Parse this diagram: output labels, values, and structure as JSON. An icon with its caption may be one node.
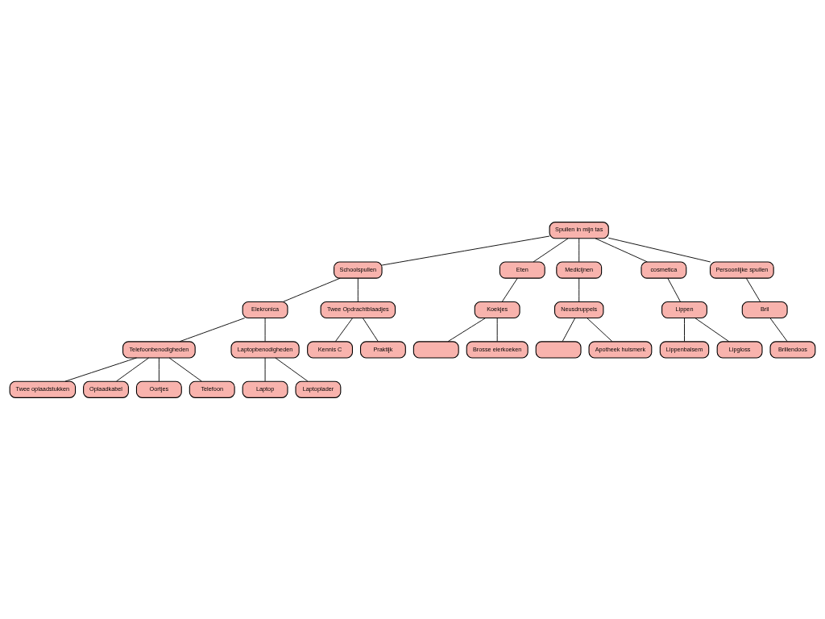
{
  "diagram": {
    "nodes": [
      {
        "text": [
          "Spullen in mijn tas"
        ]
      },
      {
        "text": [
          "Schoolspullen"
        ]
      },
      {
        "text": [
          "Eten"
        ]
      },
      {
        "text": [
          "Medicijnen"
        ]
      },
      {
        "text": [
          "cosmetica"
        ]
      },
      {
        "text": [
          "Persoonlijke spullen"
        ]
      },
      {
        "text": [
          "Elekronica"
        ]
      },
      {
        "text": [
          "Twee Opdrachtblaadjes"
        ]
      },
      {
        "text": [
          "Koekjes"
        ]
      },
      {
        "text": [
          "Neusdruppels"
        ]
      },
      {
        "text": [
          "Lippen"
        ]
      },
      {
        "text": [
          "Bril"
        ]
      },
      {
        "text": [
          "Telefoonbenodigheden"
        ]
      },
      {
        "text": [
          "Laptopbenodigheden"
        ]
      },
      {
        "text": [
          "Kennis C"
        ]
      },
      {
        "text": [
          "Praktijk"
        ]
      },
      {
        "text": [],
        "shape": "box"
      },
      {
        "text": [
          "Brosse eierkoeken"
        ]
      },
      {
        "text": [],
        "shape": "box"
      },
      {
        "text": [
          "Apotheek huismerk"
        ]
      },
      {
        "text": [
          "Lippenbalsem"
        ]
      },
      {
        "text": [
          "Lipgloss"
        ]
      },
      {
        "text": [
          "Brillendoos"
        ]
      },
      {
        "text": [
          "Twee oplaadstukken"
        ]
      },
      {
        "text": [
          "Oplaadkabel"
        ]
      },
      {
        "text": [
          "Oortjes"
        ]
      },
      {
        "text": [
          "Telefoon"
        ]
      },
      {
        "text": [
          "Laptop"
        ]
      },
      {
        "text": [
          "Laptoplader"
        ]
      }
    ],
    "edges": [
      {
        "from": 0,
        "to": 1,
        "arrow": "none"
      },
      {
        "from": 0,
        "to": 2,
        "arrow": "none"
      },
      {
        "from": 0,
        "to": 3,
        "arrow": "none"
      },
      {
        "from": 0,
        "to": 4,
        "arrow": "none"
      },
      {
        "from": 0,
        "to": 5,
        "arrow": "none"
      },
      {
        "from": 1,
        "to": 6,
        "arrow": "none"
      },
      {
        "from": 1,
        "to": 7,
        "arrow": "none"
      },
      {
        "from": 2,
        "to": 8,
        "arrow": "none"
      },
      {
        "from": 3,
        "to": 9,
        "arrow": "none"
      },
      {
        "from": 4,
        "to": 10,
        "arrow": "none"
      },
      {
        "from": 5,
        "to": 11,
        "arrow": "none"
      },
      {
        "from": 6,
        "to": 12,
        "arrow": "none"
      },
      {
        "from": 6,
        "to": 13,
        "arrow": "none"
      },
      {
        "from": 7,
        "to": 14,
        "arrow": "none"
      },
      {
        "from": 7,
        "to": 15,
        "arrow": "none"
      },
      {
        "from": 8,
        "to": 16,
        "arrow": "none"
      },
      {
        "from": 8,
        "to": 17,
        "arrow": "none"
      },
      {
        "from": 9,
        "to": 18,
        "arrow": "none"
      },
      {
        "from": 9,
        "to": 19,
        "arrow": "none"
      },
      {
        "from": 10,
        "to": 20,
        "arrow": "none"
      },
      {
        "from": 10,
        "to": 21,
        "arrow": "none"
      },
      {
        "from": 11,
        "to": 22,
        "arrow": "none"
      },
      {
        "from": 12,
        "to": 23,
        "arrow": "none"
      },
      {
        "from": 12,
        "to": 24,
        "arrow": "none"
      },
      {
        "from": 12,
        "to": 25,
        "arrow": "none"
      },
      {
        "from": 12,
        "to": 26,
        "arrow": "none"
      },
      {
        "from": 13,
        "to": 27,
        "arrow": "none"
      },
      {
        "from": 13,
        "to": 28,
        "arrow": "none"
      }
    ]
  }
}
